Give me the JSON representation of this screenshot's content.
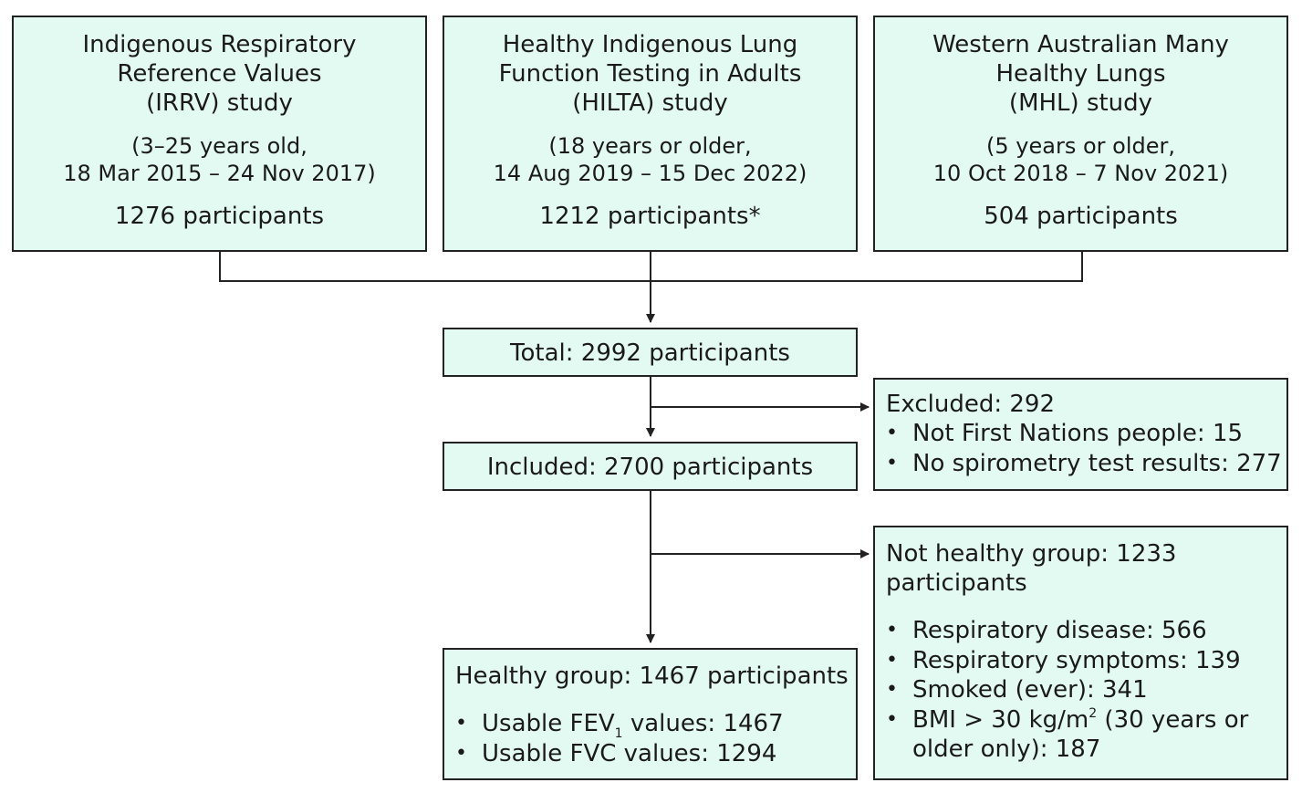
{
  "studies": [
    {
      "title_lines": [
        "Indigenous Respiratory",
        "Reference Values",
        "(IRRV) study"
      ],
      "period_lines": [
        "(3–25 years old,",
        "18 Mar 2015 – 24 Nov 2017)"
      ],
      "participants": "1276 participants"
    },
    {
      "title_lines": [
        "Healthy Indigenous Lung",
        "Function Testing in Adults",
        "(HILTA) study"
      ],
      "period_lines": [
        "(18 years or older,",
        "14 Aug 2019 – 15 Dec 2022)"
      ],
      "participants": "1212 participants*"
    },
    {
      "title_lines": [
        "Western Australian Many",
        "Healthy Lungs",
        "(MHL) study"
      ],
      "period_lines": [
        "(5 years or older,",
        "10 Oct 2018 – 7 Nov 2021)"
      ],
      "participants": "504 participants"
    }
  ],
  "total": "Total: 2992 participants",
  "excluded": {
    "title": "Excluded: 292",
    "items": [
      "Not First Nations people: 15",
      "No spirometry test results: 277"
    ]
  },
  "included": "Included: 2700 participants",
  "not_healthy": {
    "title_lines": [
      "Not healthy group: 1233",
      "participants"
    ],
    "items": [
      "Respiratory disease: 566",
      "Respiratory symptoms: 139",
      "Smoked (ever): 341"
    ],
    "bmi_prefix": "BMI > 30 kg/m",
    "bmi_sup": "2",
    "bmi_suffix_lines": [
      " (30 years or",
      "older only): 187"
    ]
  },
  "healthy": {
    "title": "Healthy group: 1467 participants",
    "fev_prefix": "Usable FEV",
    "fev_sub": "1",
    "fev_suffix": " values: 1467",
    "fvc": "Usable FVC values: 1294"
  },
  "colors": {
    "box_fill": "#e3faf2",
    "border": "#222222",
    "text": "#1a1a1a"
  }
}
